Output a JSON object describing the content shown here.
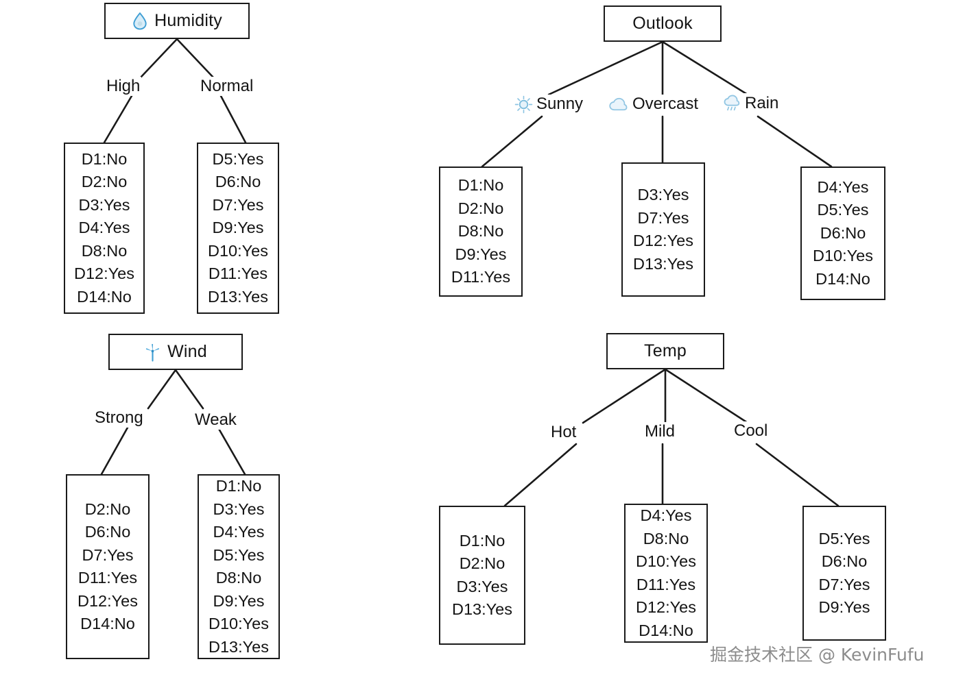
{
  "diagram": {
    "type": "decision-tree-attribute-splits",
    "watermark": "掘金技术社区 @ KevinFufu",
    "accent_color": "#58a6d8",
    "line_color": "#1a1a1a",
    "text_color": "#141414"
  },
  "trees": {
    "humidity": {
      "root_label": "Humidity",
      "root_icon": "water-droplet-icon",
      "branches": [
        {
          "label": "High",
          "icon": "",
          "records": [
            "D1:No",
            "D2:No",
            "D3:Yes",
            "D4:Yes",
            "D8:No",
            "D12:Yes",
            "D14:No"
          ]
        },
        {
          "label": "Normal",
          "icon": "",
          "records": [
            "D5:Yes",
            "D6:No",
            "D7:Yes",
            "D9:Yes",
            "D10:Yes",
            "D11:Yes",
            "D13:Yes"
          ]
        }
      ]
    },
    "outlook": {
      "root_label": "Outlook",
      "root_icon": "",
      "branches": [
        {
          "label": "Sunny",
          "icon": "sun-icon",
          "records": [
            "D1:No",
            "D2:No",
            "D8:No",
            "D9:Yes",
            "D11:Yes"
          ]
        },
        {
          "label": "Overcast",
          "icon": "cloud-icon",
          "records": [
            "D3:Yes",
            "D7:Yes",
            "D12:Yes",
            "D13:Yes"
          ]
        },
        {
          "label": "Rain",
          "icon": "rain-cloud-icon",
          "records": [
            "D4:Yes",
            "D5:Yes",
            "D6:No",
            "D10:Yes",
            "D14:No"
          ]
        }
      ]
    },
    "wind": {
      "root_label": "Wind",
      "root_icon": "wind-turbine-icon",
      "branches": [
        {
          "label": "Strong",
          "icon": "",
          "records": [
            "D2:No",
            "D6:No",
            "D7:Yes",
            "D11:Yes",
            "D12:Yes",
            "D14:No"
          ]
        },
        {
          "label": "Weak",
          "icon": "",
          "records": [
            "D1:No",
            "D3:Yes",
            "D4:Yes",
            "D5:Yes",
            "D8:No",
            "D9:Yes",
            "D10:Yes",
            "D13:Yes"
          ]
        }
      ]
    },
    "temp": {
      "root_label": "Temp",
      "root_icon": "",
      "branches": [
        {
          "label": "Hot",
          "icon": "",
          "records": [
            "D1:No",
            "D2:No",
            "D3:Yes",
            "D13:Yes"
          ]
        },
        {
          "label": "Mild",
          "icon": "",
          "records": [
            "D4:Yes",
            "D8:No",
            "D10:Yes",
            "D11:Yes",
            "D12:Yes",
            "D14:No"
          ]
        },
        {
          "label": "Cool",
          "icon": "",
          "records": [
            "D5:Yes",
            "D6:No",
            "D7:Yes",
            "D9:Yes"
          ]
        }
      ]
    }
  }
}
